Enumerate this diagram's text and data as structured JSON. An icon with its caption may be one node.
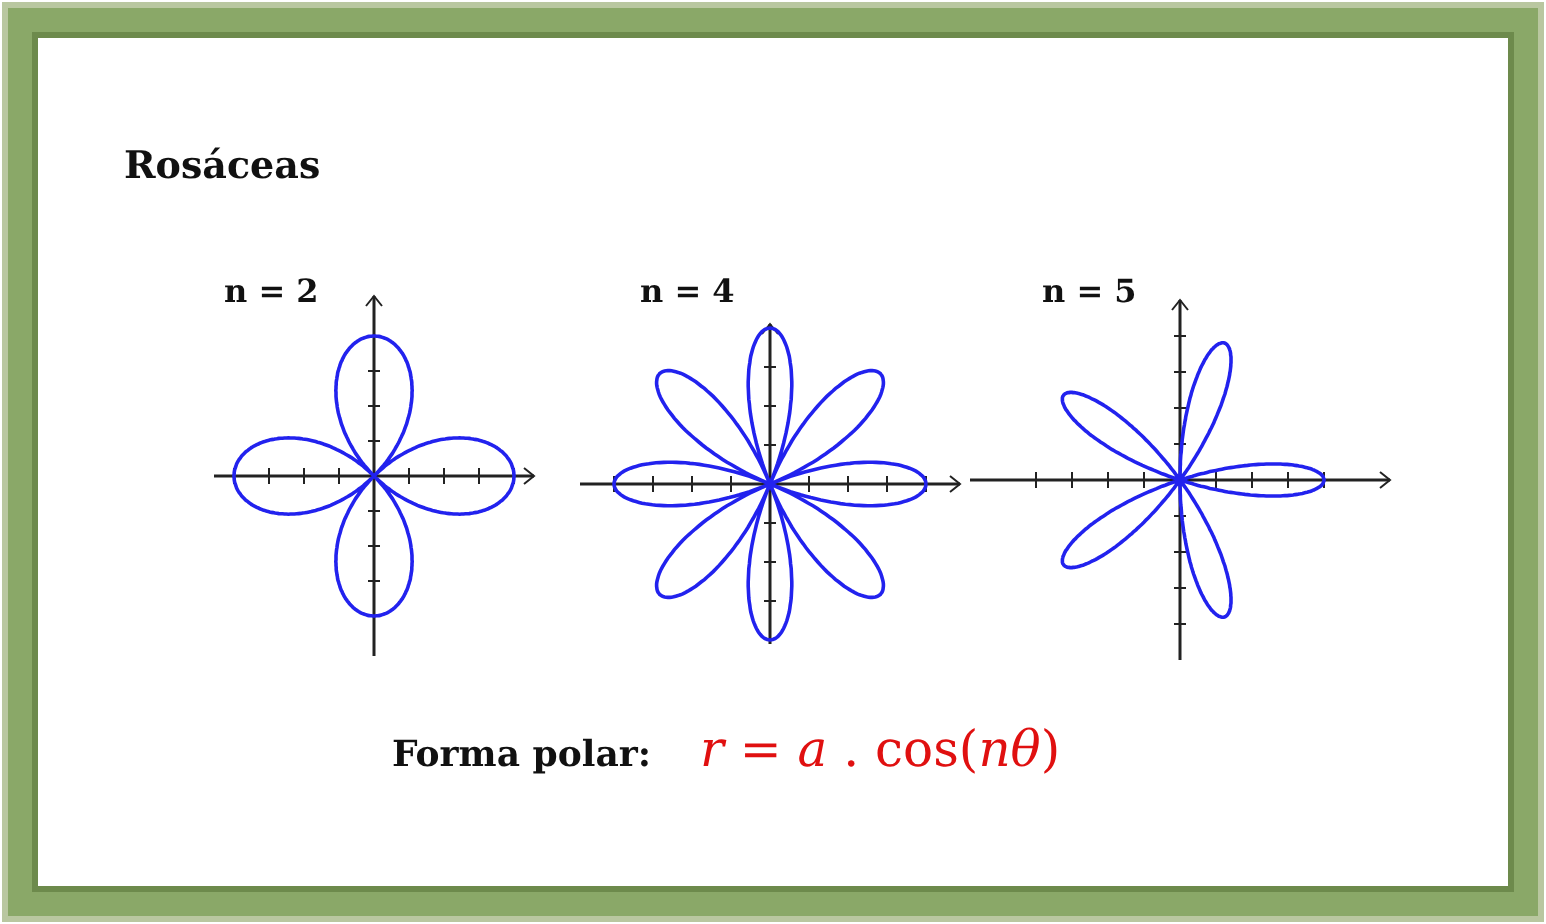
{
  "diagram": {
    "title": "Rosáceas",
    "labels": [
      "n = 2",
      "n = 4",
      "n = 5",
      "Forma polar:",
      "*r* = *a* . cos(*nθ*)"
    ]
  }
}
